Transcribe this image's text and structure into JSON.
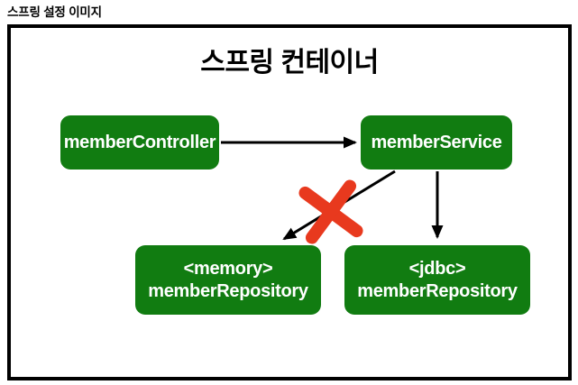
{
  "page_label": "스프링 설정 이미지",
  "container": {
    "title": "스프링 컨테이너"
  },
  "nodes": {
    "controller": {
      "label": "memberController"
    },
    "service": {
      "label": "memberService"
    },
    "memory_repo": {
      "line1": "<memory>",
      "line2": "memberRepository"
    },
    "jdbc_repo": {
      "line1": "<jdbc>",
      "line2": "memberRepository"
    }
  },
  "edges": [
    {
      "from": "memberController",
      "to": "memberService",
      "type": "arrow",
      "status": "active"
    },
    {
      "from": "memberService",
      "to": "<memory> memberRepository",
      "type": "arrow",
      "status": "crossed-out"
    },
    {
      "from": "memberService",
      "to": "<jdbc> memberRepository",
      "type": "arrow",
      "status": "active"
    }
  ],
  "colors": {
    "node_fill": "#117C11",
    "node_text": "#FFFFFF",
    "arrow": "#000000",
    "outer_border": "#000000",
    "cross_out_red": "#E8391E"
  }
}
